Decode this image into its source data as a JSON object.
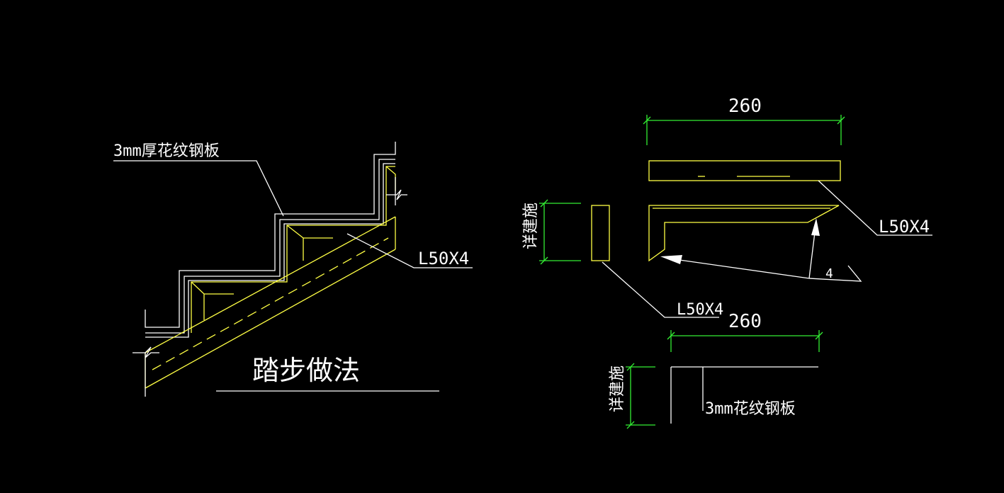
{
  "drawing": {
    "stair_detail": {
      "plate_label": "3mm厚花纹钢板",
      "angle_label": "L50X4",
      "title": "踏步做法"
    },
    "tread_section": {
      "width_dim": "260",
      "angle_label_right": "L50X4",
      "height_dim": "详建施",
      "angle_label_small": "L50X4",
      "weld_size": "4"
    },
    "plate_section": {
      "width_dim": "260",
      "height_dim": "详建施",
      "plate_label": "3mm花纹钢板"
    },
    "colors": {
      "background": "#000000",
      "outline": "#ffffff",
      "steel": "#ffff44",
      "dimension": "#33ee33"
    }
  }
}
